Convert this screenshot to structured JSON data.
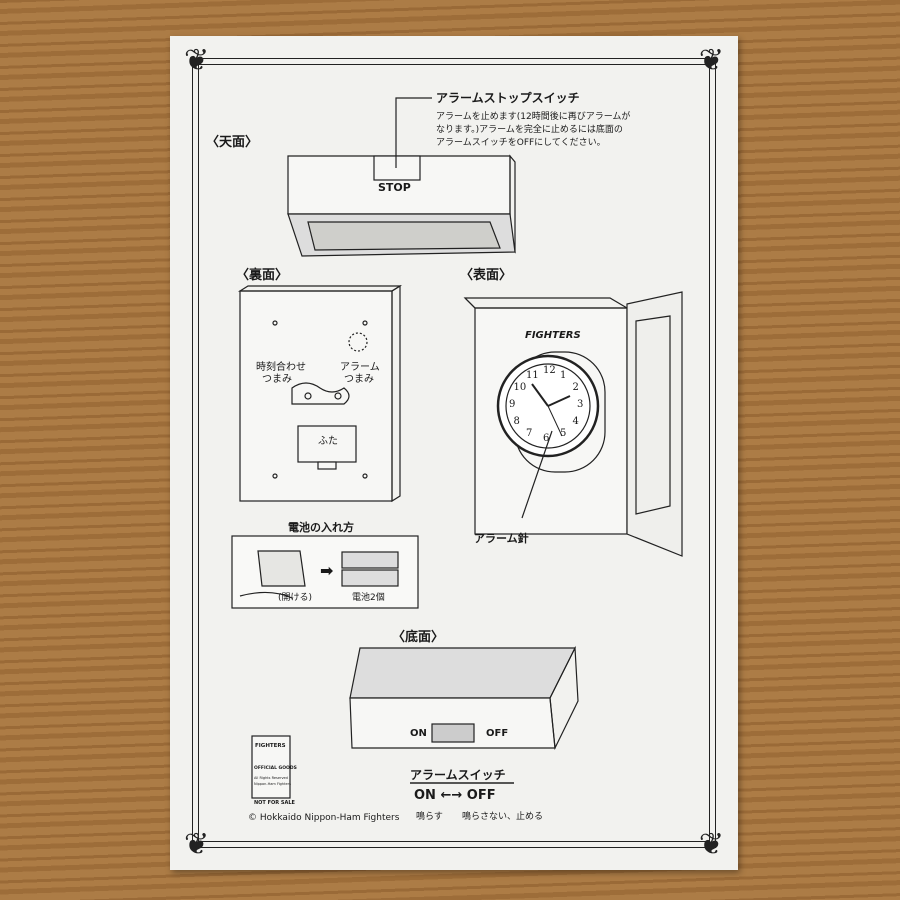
{
  "top": {
    "section": "〈天面〉",
    "switch_title": "アラームストップスイッチ",
    "desc_lines": [
      "アラームを止めます(12時間後に再びアラームが",
      "なります。)アラームを完全に止めるには底面の",
      "アラームスイッチをOFFにしてください。"
    ],
    "stop_label": "STOP"
  },
  "back": {
    "section": "〈裏面〉",
    "time_knob": [
      "時刻合わせ",
      "つまみ"
    ],
    "alarm_knob": [
      "アラーム",
      "つまみ"
    ],
    "lid": "ふた"
  },
  "battery": {
    "title": "電池の入れ方",
    "open": "(開ける)",
    "count": "電池2個"
  },
  "front": {
    "section": "〈表面〉",
    "brand": "FIGHTERS",
    "hand_label": "アラーム針",
    "clock_numbers": [
      "12",
      "1",
      "2",
      "3",
      "4",
      "5",
      "6",
      "7",
      "8",
      "9",
      "10",
      "11"
    ]
  },
  "bottom": {
    "section": "〈底面〉",
    "on": "ON",
    "off": "OFF",
    "switch_title": "アラームスイッチ",
    "on_off": "ON ←→ OFF",
    "ring": "鳴らす",
    "stop": "鳴らさない、止める"
  },
  "logo": {
    "name": "FIGHTERS",
    "goods": "OFFICIAL GOODS",
    "rights": "All Rights Reserved",
    "org": "Nippon-Ham Fighters",
    "nfs": "NOT FOR SALE"
  },
  "copyright": "© Hokkaido Nippon-Ham Fighters"
}
